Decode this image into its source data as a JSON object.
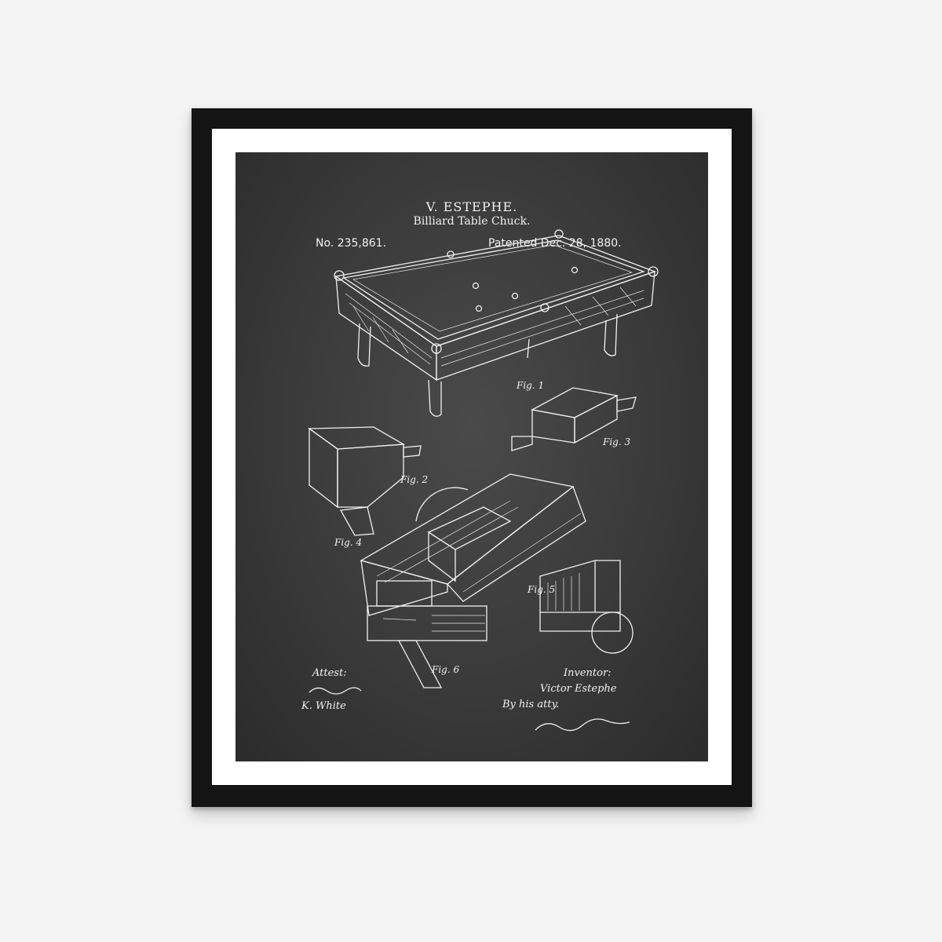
{
  "poster": {
    "inventor_name": "V. ESTEPHE.",
    "title": "Billiard Table Chuck.",
    "patent_number": "No. 235,861.",
    "patent_date": "Patented Dec. 28, 1880."
  },
  "figures": {
    "fig1": "Fig. 1",
    "fig2": "Fig. 2",
    "fig3": "Fig. 3",
    "fig4": "Fig. 4",
    "fig5": "Fig. 5",
    "fig6": "Fig. 6"
  },
  "footer": {
    "attest_label": "Attest:",
    "witness_signature": "K. White",
    "inventor_label": "Inventor:",
    "inventor_signature": "Victor Estephe",
    "by_attorney": "By his atty."
  },
  "colors": {
    "frame": "#141414",
    "mat": "#ffffff",
    "board": "#3a3a3a",
    "chalk": "#f0f0f0",
    "wall": "#f4f4f4"
  }
}
